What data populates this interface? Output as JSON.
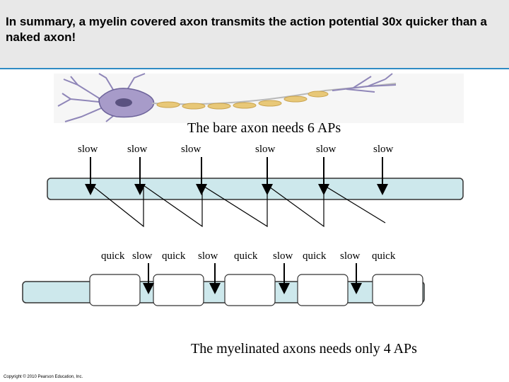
{
  "header": {
    "title": "In summary, a myelin covered axon transmits the action potential 30x quicker than a naked axon!"
  },
  "bare_axon": {
    "caption": "The bare axon needs 6 APs",
    "labels": [
      "slow",
      "slow",
      "slow",
      "slow",
      "slow",
      "slow"
    ]
  },
  "myelinated_axon": {
    "caption": "The myelinated axons needs only 4 APs",
    "labels": [
      "quick",
      "slow",
      "quick",
      "slow",
      "quick",
      "slow",
      "quick",
      "slow",
      "quick"
    ]
  },
  "footer": {
    "copyright": "Copyright © 2010 Pearson Education, Inc."
  },
  "colors": {
    "header_bg": "#e8e8e8",
    "header_rule": "#2e8bc4",
    "axon_fill": "#cde8ec",
    "myelin": "#e8c878",
    "soma": "#a79bc9"
  }
}
